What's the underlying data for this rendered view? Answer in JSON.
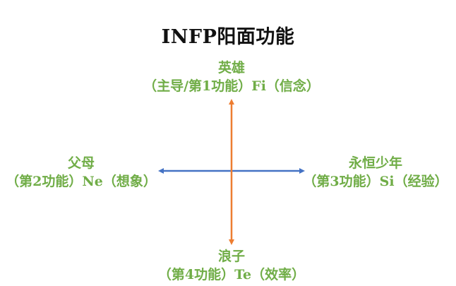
{
  "title": "INFP阳面功能",
  "colors": {
    "text_green": "#70ad47",
    "vertical_arrow": "#ed7d31",
    "horizontal_arrow": "#4472c4",
    "title": "#111111"
  },
  "nodes": {
    "top": {
      "name": "英雄",
      "detail": "（主导/第1功能）Fi（信念）"
    },
    "left": {
      "name": "父母",
      "detail": "（第2功能）Ne（想象）"
    },
    "right": {
      "name": "永恒少年",
      "detail": "（第3功能）Si（经验）"
    },
    "bottom": {
      "name": "浪子",
      "detail": "（第4功能）Te（效率）"
    }
  },
  "edges": [
    {
      "from": "top",
      "to": "bottom",
      "arrows": "both"
    },
    {
      "from": "left",
      "to": "right",
      "arrows": "both"
    }
  ]
}
